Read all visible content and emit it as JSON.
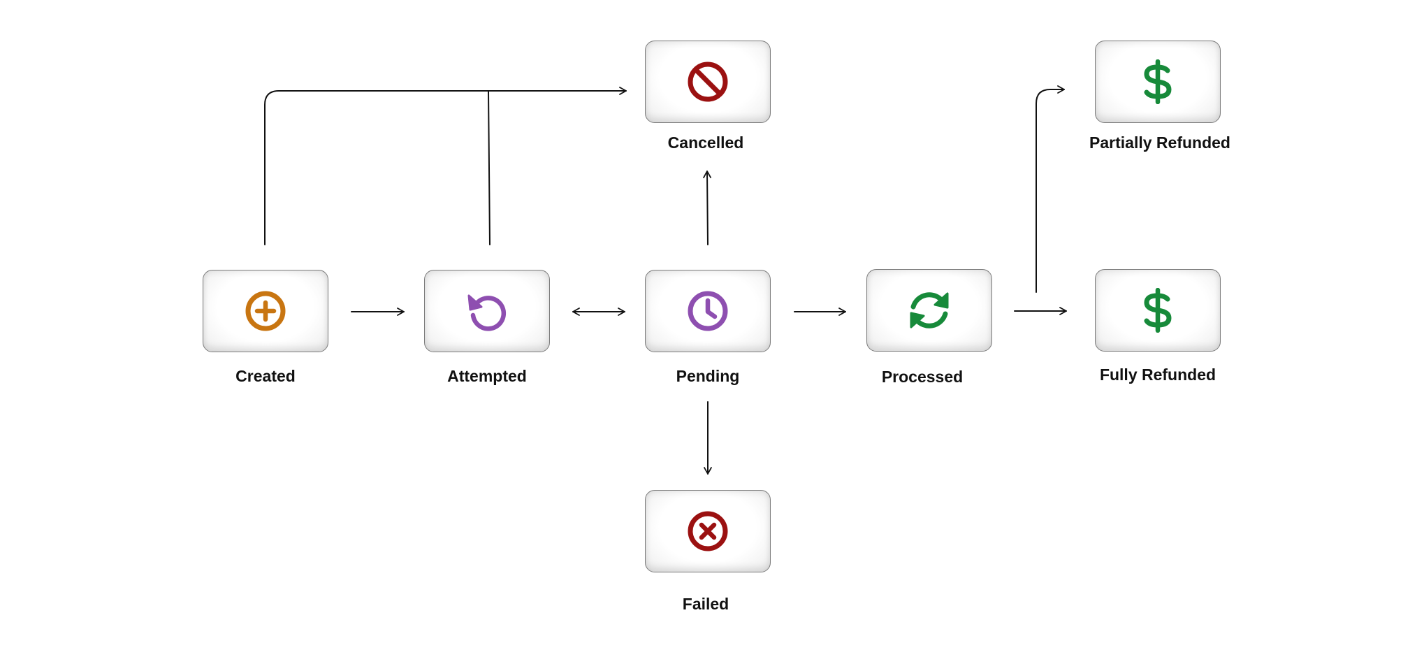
{
  "states": [
    {
      "id": "created",
      "label": "Created",
      "icon": "plus-circle-icon",
      "color": "#C87511"
    },
    {
      "id": "attempted",
      "label": "Attempted",
      "icon": "retry-icon",
      "color": "#8E4FB0"
    },
    {
      "id": "pending",
      "label": "Pending",
      "icon": "clock-icon",
      "color": "#8E4FB0"
    },
    {
      "id": "processed",
      "label": "Processed",
      "icon": "sync-icon",
      "color": "#178A3A"
    },
    {
      "id": "fully_refunded",
      "label": "Fully Refunded",
      "icon": "dollar-icon",
      "color": "#178A3A"
    },
    {
      "id": "partially_refunded",
      "label": "Partially Refunded",
      "icon": "dollar-icon",
      "color": "#178A3A"
    },
    {
      "id": "cancelled",
      "label": "Cancelled",
      "icon": "ban-icon",
      "color": "#9B1111"
    },
    {
      "id": "failed",
      "label": "Failed",
      "icon": "x-circle-icon",
      "color": "#9B1111"
    }
  ],
  "transitions": [
    {
      "from": "created",
      "to": "attempted",
      "direction": "forward"
    },
    {
      "from": "attempted",
      "to": "pending",
      "direction": "both"
    },
    {
      "from": "pending",
      "to": "processed",
      "direction": "forward"
    },
    {
      "from": "processed",
      "to": "fully_refunded",
      "direction": "forward"
    },
    {
      "from": "processed",
      "to": "partially_refunded",
      "direction": "forward"
    },
    {
      "from": "pending",
      "to": "cancelled",
      "direction": "forward"
    },
    {
      "from": "pending",
      "to": "failed",
      "direction": "forward"
    },
    {
      "from": "created",
      "to": "cancelled",
      "direction": "forward"
    },
    {
      "from": "attempted",
      "to": "cancelled",
      "direction": "forward"
    }
  ]
}
